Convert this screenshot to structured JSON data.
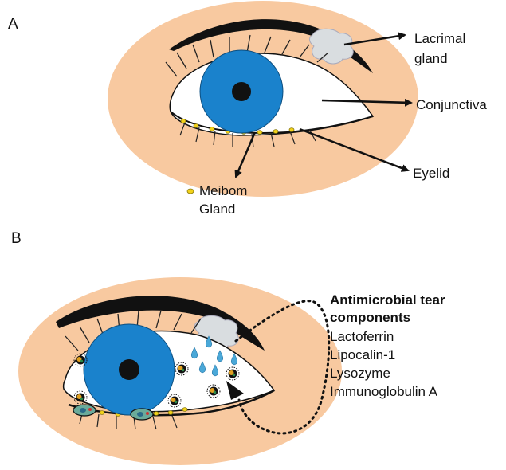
{
  "panel_a": {
    "label": "A",
    "lacrimal_line1": "Lacrimal",
    "lacrimal_line2": "gland",
    "conjunctiva": "Conjunctiva",
    "eyelid": "Eyelid",
    "meibom_line1": "Meibom",
    "meibom_line2": "Gland"
  },
  "panel_b": {
    "label": "B",
    "heading_line1": "Antimicrobial tear",
    "heading_line2": "components",
    "components": [
      "Lactoferrin",
      "Lipocalin-1",
      "Lysozyme",
      "Immunoglobulin A"
    ]
  },
  "colors": {
    "skin": "#f8c9a0",
    "iris": "#1a82cc",
    "sclera": "#ffffff",
    "pupil": "#111111",
    "gland": "#d9dde0",
    "meibom_dot": "#f2d21a",
    "tear_drop": "#4aa8d8",
    "bacteria_fill": "#e0a020",
    "cell_fill": "#6aaa9a"
  }
}
